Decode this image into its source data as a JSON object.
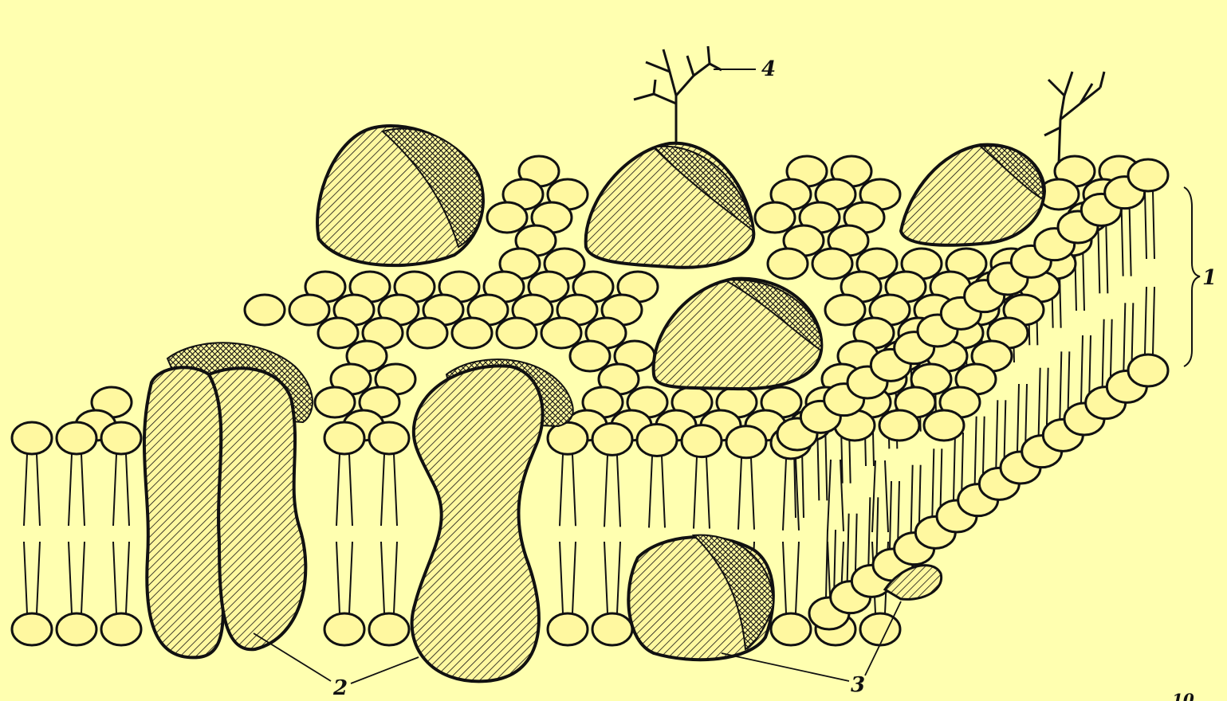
{
  "diagram": {
    "description_colors": {
      "background": "#ffffb0",
      "ink": "#111111",
      "head_fill": "#fff8a0"
    },
    "callouts": {
      "bilayer_label": "1",
      "integral_protein_label": "2",
      "peripheral_protein_label": "3",
      "glycocalyx_label": "4",
      "page_number": "10"
    }
  }
}
